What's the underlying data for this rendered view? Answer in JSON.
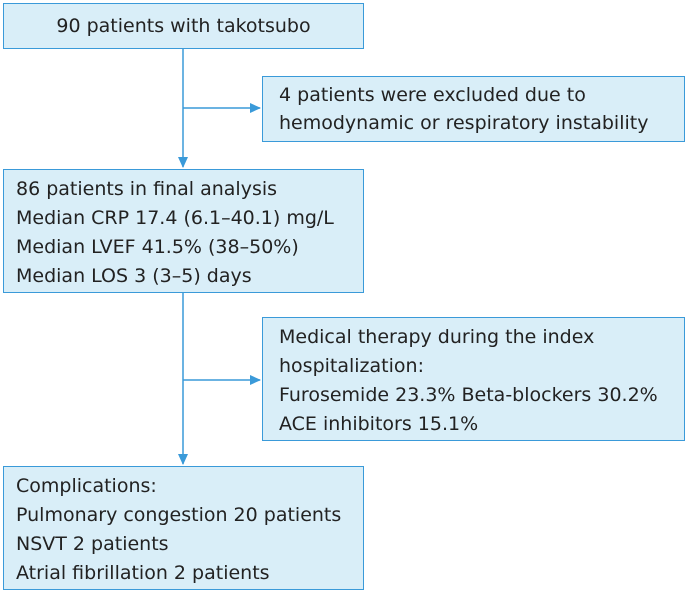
{
  "flowchart": {
    "start": {
      "line1": "90 patients with takotsubo"
    },
    "excluded": {
      "line1": "4 patients were excluded due to",
      "line2": "hemodynamic or respiratory instability"
    },
    "final_analysis": {
      "line1": "86 patients in final analysis",
      "line2": "Median CRP 17.4 (6.1–40.1) mg/L",
      "line3": "Median LVEF 41.5% (38–50%)",
      "line4": "Median LOS 3 (3–5) days"
    },
    "medical_therapy": {
      "line1": "Medical therapy during the index",
      "line2": "hospitalization:",
      "line3": "Furosemide 23.3% Beta-blockers 30.2%",
      "line4": "ACE inhibitors 15.1%"
    },
    "complications": {
      "line1": "Complications:",
      "line2": "Pulmonary congestion 20 patients",
      "line3": "NSVT 2 patients",
      "line4": "Atrial fibrillation 2 patients"
    }
  },
  "colors": {
    "box_fill": "#d9eef8",
    "box_border": "#3a9ad9",
    "arrow": "#3a9ad9",
    "text": "#222222"
  }
}
